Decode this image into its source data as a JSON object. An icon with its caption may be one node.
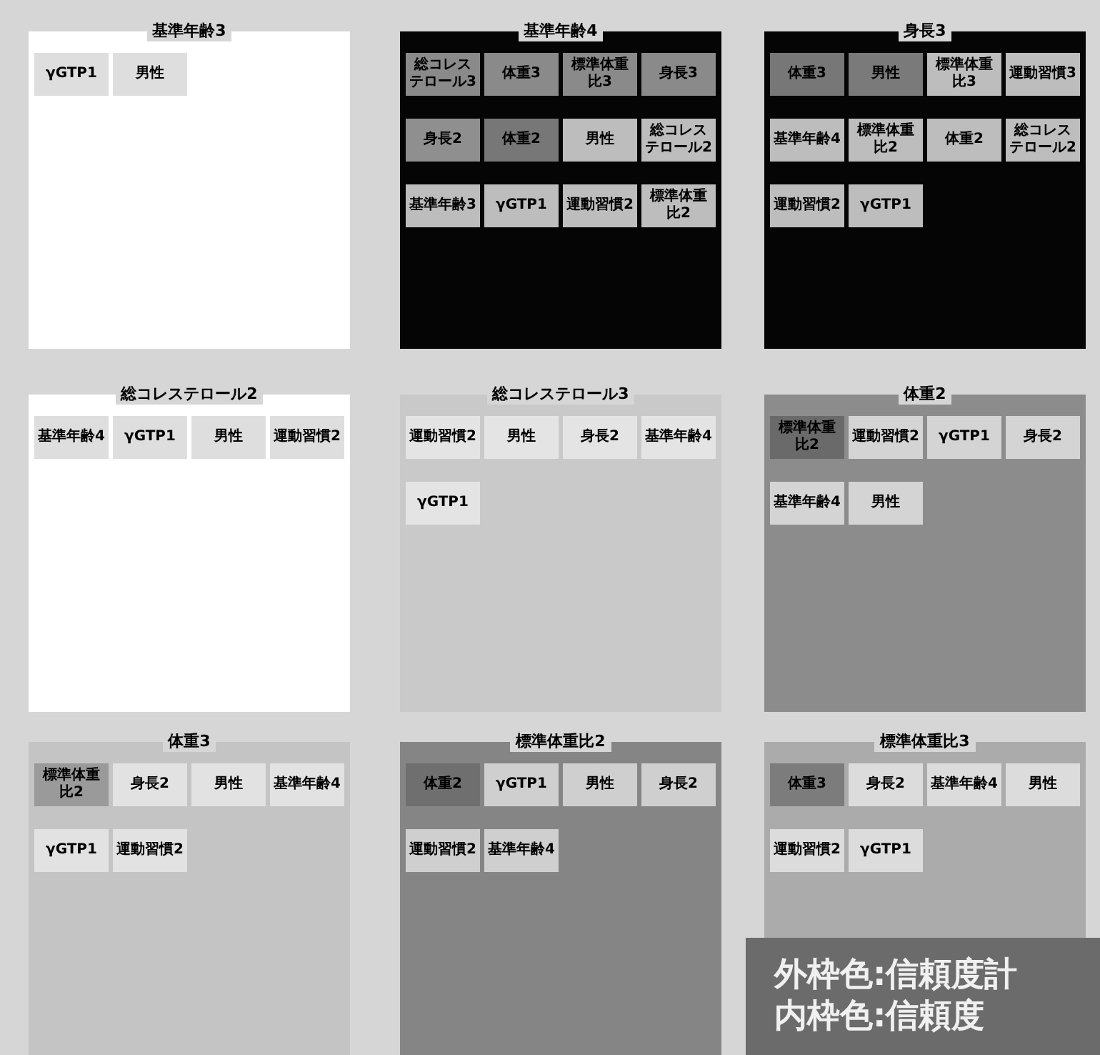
{
  "diagram": {
    "nodes": [
      {
        "text": [
          "基準年齢3"
        ]
      },
      {
        "text": [
          "γGTP1"
        ],
        "in": 0
      },
      {
        "text": [
          "男性"
        ],
        "in": 0
      },
      {
        "text": [
          "基準年齢4"
        ]
      },
      {
        "text": [
          "総コレステロール3"
        ],
        "in": 3
      },
      {
        "text": [
          "体重3"
        ],
        "in": 3
      },
      {
        "text": [
          "標準体重比3"
        ],
        "in": 3
      },
      {
        "text": [
          "身長3"
        ],
        "in": 3
      },
      {
        "text": [
          "身長2"
        ],
        "in": 3
      },
      {
        "text": [
          "体重2"
        ],
        "in": 3
      },
      {
        "text": [
          "男性"
        ],
        "in": 3
      },
      {
        "text": [
          "総コレステロール2"
        ],
        "in": 3
      },
      {
        "text": [
          "基準年齢3"
        ],
        "in": 3
      },
      {
        "text": [
          "γGTP1"
        ],
        "in": 3
      },
      {
        "text": [
          "運動習慣2"
        ],
        "in": 3
      },
      {
        "text": [
          "標準体重比2"
        ],
        "in": 3
      },
      {
        "text": [
          "身長3"
        ]
      },
      {
        "text": [
          "体重3"
        ],
        "in": 16
      },
      {
        "text": [
          "男性"
        ],
        "in": 16
      },
      {
        "text": [
          "標準体重比3"
        ],
        "in": 16
      },
      {
        "text": [
          "運動習慣3"
        ],
        "in": 16
      },
      {
        "text": [
          "基準年齢4"
        ],
        "in": 16
      },
      {
        "text": [
          "標準体重比2"
        ],
        "in": 16
      },
      {
        "text": [
          "体重2"
        ],
        "in": 16
      },
      {
        "text": [
          "総コレステロール2"
        ],
        "in": 16
      },
      {
        "text": [
          "運動習慣2"
        ],
        "in": 16
      },
      {
        "text": [
          "γGTP1"
        ],
        "in": 16
      },
      {
        "text": [
          "総コレステロール2"
        ]
      },
      {
        "text": [
          "基準年齢4"
        ],
        "in": 27
      },
      {
        "text": [
          "γGTP1"
        ],
        "in": 27
      },
      {
        "text": [
          "男性"
        ],
        "in": 27
      },
      {
        "text": [
          "運動習慣2"
        ],
        "in": 27
      },
      {
        "text": [
          "総コレステロール3"
        ]
      },
      {
        "text": [
          "運動習慣2"
        ],
        "in": 32
      },
      {
        "text": [
          "男性"
        ],
        "in": 32
      },
      {
        "text": [
          "身長2"
        ],
        "in": 32
      },
      {
        "text": [
          "基準年齢4"
        ],
        "in": 32
      },
      {
        "text": [
          "γGTP1"
        ],
        "in": 32
      },
      {
        "text": [
          "体重2"
        ]
      },
      {
        "text": [
          "標準体重比2"
        ],
        "in": 38
      },
      {
        "text": [
          "運動習慣2"
        ],
        "in": 38
      },
      {
        "text": [
          "γGTP1"
        ],
        "in": 38
      },
      {
        "text": [
          "身長2"
        ],
        "in": 38
      },
      {
        "text": [
          "基準年齢4"
        ],
        "in": 38
      },
      {
        "text": [
          "男性"
        ],
        "in": 38
      },
      {
        "text": [
          "体重3"
        ]
      },
      {
        "text": [
          "標準体重比2"
        ],
        "in": 45
      },
      {
        "text": [
          "身長2"
        ],
        "in": 45
      },
      {
        "text": [
          "男性"
        ],
        "in": 45
      },
      {
        "text": [
          "基準年齢4"
        ],
        "in": 45
      },
      {
        "text": [
          "γGTP1"
        ],
        "in": 45
      },
      {
        "text": [
          "運動習慣2"
        ],
        "in": 45
      },
      {
        "text": [
          "標準体重比2"
        ]
      },
      {
        "text": [
          "体重2"
        ],
        "in": 52
      },
      {
        "text": [
          "γGTP1"
        ],
        "in": 52
      },
      {
        "text": [
          "男性"
        ],
        "in": 52
      },
      {
        "text": [
          "身長2"
        ],
        "in": 52
      },
      {
        "text": [
          "運動習慣2"
        ],
        "in": 52
      },
      {
        "text": [
          "基準年齢4"
        ],
        "in": 52
      },
      {
        "text": [
          "標準体重比3"
        ]
      },
      {
        "text": [
          "体重3"
        ],
        "in": 59
      },
      {
        "text": [
          "身長2"
        ],
        "in": 59
      },
      {
        "text": [
          "基準年齢4"
        ],
        "in": 59
      },
      {
        "text": [
          "男性"
        ],
        "in": 59
      },
      {
        "text": [
          "運動習慣2"
        ],
        "in": 59
      },
      {
        "text": [
          "γGTP1"
        ],
        "in": 59
      }
    ],
    "labels": [
      "外枠色:信頼度計",
      "内枠色:信頼度"
    ]
  }
}
